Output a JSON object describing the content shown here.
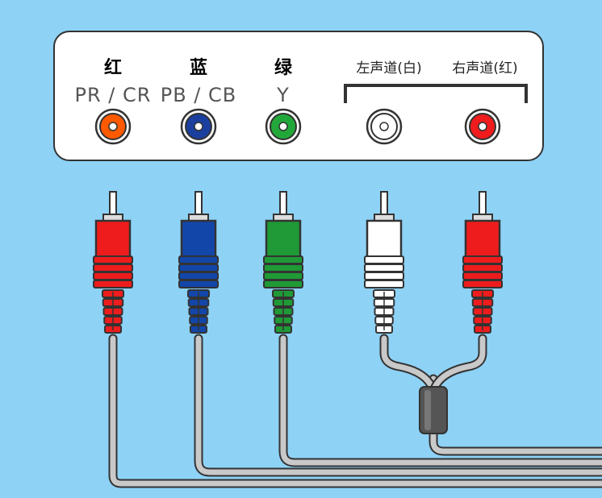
{
  "connectors": [
    {
      "id": "pr",
      "color_name": "红",
      "signal": "PR / CR",
      "color": "#ff5a00",
      "plug_color": "#ee1c1c",
      "label_color": "#e8262a"
    },
    {
      "id": "pb",
      "color_name": "蓝",
      "signal": "PB / CB",
      "color": "#1a3f9e",
      "plug_color": "#1246a8",
      "label_color": "#1e9be0"
    },
    {
      "id": "y",
      "color_name": "绿",
      "signal": "Y",
      "color": "#22a83a",
      "plug_color": "#1f9a36",
      "label_color": "#1fb14a"
    },
    {
      "id": "left",
      "audio_label": "左声道(白)",
      "color": "#ffffff",
      "plug_color": "#ffffff"
    },
    {
      "id": "right",
      "audio_label": "右声道(红)",
      "color": "#ee1c1c",
      "plug_color": "#ee1c1c"
    }
  ],
  "colors": {
    "background": "#8ed2f6",
    "cable": "#c9c9c9",
    "outline": "#333333",
    "ferrite": "#555555"
  }
}
